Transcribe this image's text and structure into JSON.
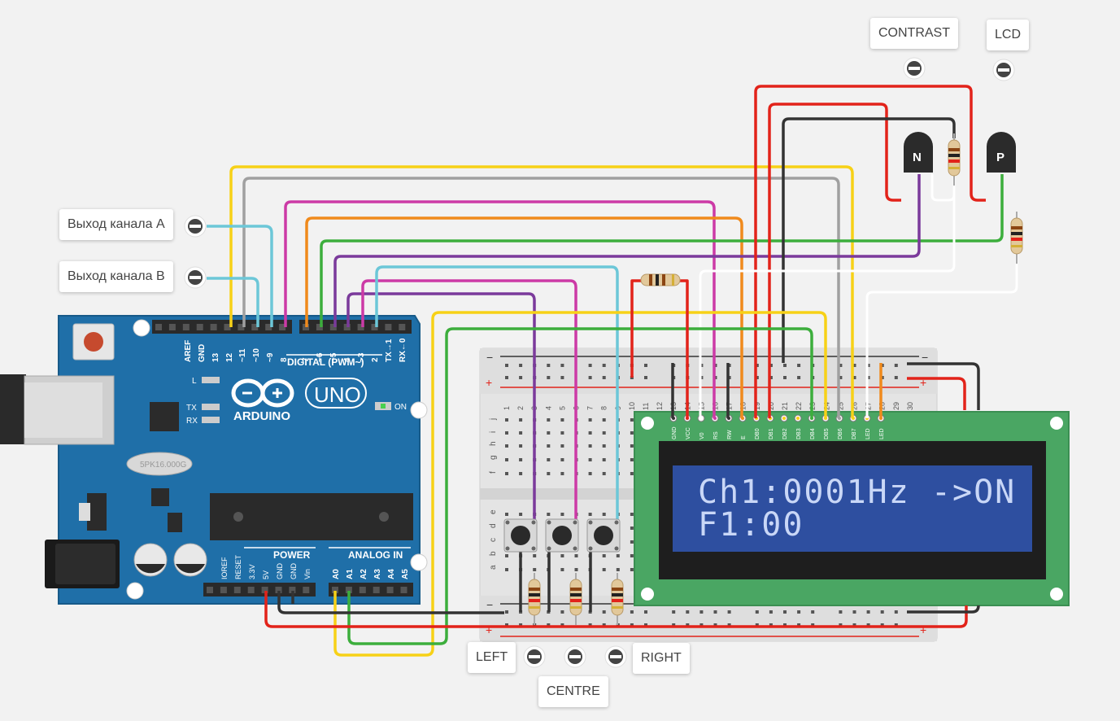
{
  "labels": {
    "contrast": "CONTRAST",
    "lcd": "LCD",
    "channel_a": "Выход канала А",
    "channel_b": "Выход канала В",
    "left": "LEFT",
    "centre": "CENTRE",
    "right": "RIGHT"
  },
  "arduino": {
    "brand": "ARDUINO",
    "model": "UNO",
    "digital_label": "DIGITAL (PWM~)",
    "power_label": "POWER",
    "analog_label": "ANALOG IN",
    "on_label": "ON",
    "l_label": "L",
    "tx_label": "TX",
    "rx_label": "RX",
    "crystal": "5PK16.000G",
    "digital_pins": [
      "AREF",
      "GND",
      "13",
      "12",
      "~11",
      "~10",
      "~9",
      "8",
      "7",
      "~6",
      "~5",
      "4",
      "~3",
      "2",
      "TX→1",
      "RX←0"
    ],
    "power_pins": [
      "IOREF",
      "RESET",
      "3.3V",
      "5V",
      "GND",
      "GND",
      "Vin"
    ],
    "analog_pins": [
      "A0",
      "A1",
      "A2",
      "A3",
      "A4",
      "A5"
    ]
  },
  "transistors": {
    "n_label": "N",
    "p_label": "P"
  },
  "lcd": {
    "line1": "Ch1:0001Hz ->ON",
    "line2": "F1:00",
    "pins": [
      "GND",
      "VCC",
      "V0",
      "RS",
      "RW",
      "E",
      "DB0",
      "DB1",
      "DB2",
      "DB3",
      "DB4",
      "DB5",
      "DB6",
      "DB7",
      "LED",
      "LED"
    ]
  },
  "breadboard": {
    "columns": [
      "1",
      "2",
      "3",
      "4",
      "5",
      "6",
      "7",
      "8",
      "9",
      "10",
      "11",
      "12",
      "13",
      "14",
      "15",
      "16",
      "17",
      "18",
      "19",
      "20",
      "21",
      "22",
      "23",
      "24",
      "25",
      "26",
      "27",
      "28",
      "29",
      "30"
    ],
    "rows_top": [
      "j",
      "i",
      "h",
      "g",
      "f"
    ],
    "rows_bottom": [
      "e",
      "d",
      "c",
      "b",
      "a"
    ],
    "plus": "+",
    "minus": "−"
  },
  "colors": {
    "red": "#e2231a",
    "yellow": "#f7d117",
    "gray": "#a0a0a0",
    "magenta": "#cc3aa6",
    "orange": "#f08a1c",
    "green": "#3cae3c",
    "purple": "#7b3a9b",
    "cyan": "#6cc7d8",
    "black": "#333333",
    "white": "#ffffff",
    "arduino_blue": "#1f6fa8",
    "lcd_green": "#4aa663",
    "lcd_screen": "#2e4fa0"
  }
}
